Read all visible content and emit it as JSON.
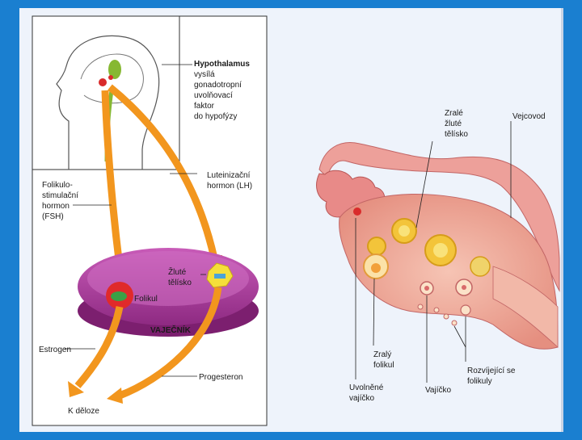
{
  "labels": {
    "hypothalamus": [
      "Hypothalamus",
      "vysílá",
      "gonadotropní",
      "uvolňovací",
      "faktor",
      "do hypofýzy"
    ],
    "fsh": [
      "Folikulo-",
      "stimulační",
      "hormon",
      "(FSH)"
    ],
    "lh": [
      "Luteinizační",
      "hormon (LH)"
    ],
    "zlute_telisko": [
      "Žluté",
      "tělísko"
    ],
    "folikul": "Folikul",
    "vajecnik": "VAJEČNÍK",
    "estrogen": "Estrogen",
    "progesteron": "Progesteron",
    "k_deloze": "K děloze",
    "zrale_zlute_telisko": [
      "Zralé",
      "žluté",
      "tělísko"
    ],
    "vejcovod": "Vejcovod",
    "zraly_folikul": [
      "Zralý",
      "folikul"
    ],
    "uvolnene_vajicko": [
      "Uvolněné",
      "vajíčko"
    ],
    "vajicko": "Vajíčko",
    "rozvijejici_se_folikuly": [
      "Rozvíjející se",
      "folikuly"
    ]
  },
  "colors": {
    "slide_background": "#1a7fd0",
    "page": "#eef3fb",
    "hormone_arrow": "#f2961e",
    "ovary": "#b93aa8",
    "brain_region": "#86b832",
    "oviduct": "#e88a88"
  }
}
